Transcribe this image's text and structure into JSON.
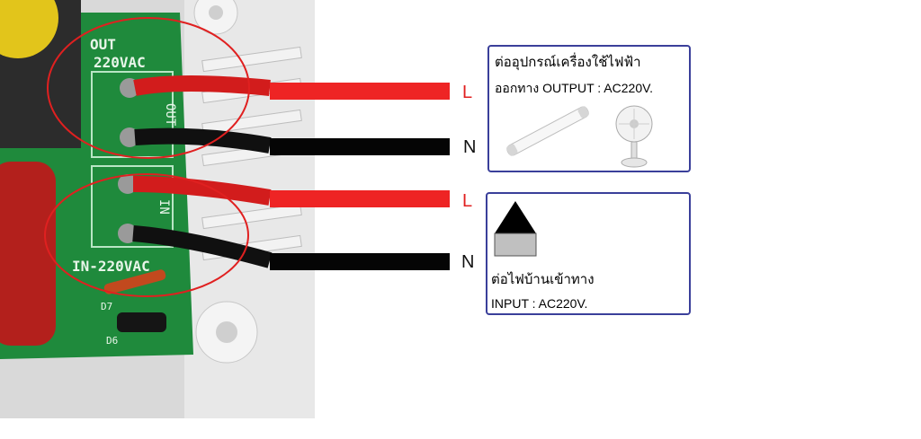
{
  "photo": {
    "out_label_line1": "OUT",
    "out_label_line2": "220VAC",
    "out_terminal_text": "OUT",
    "in_terminal_text": "IN",
    "in_label": "IN-220VAC",
    "diode_label_1": "D7",
    "diode_label_2": "D6"
  },
  "wires": {
    "out_live_label": "L",
    "out_neutral_label": "N",
    "in_live_label": "L",
    "in_neutral_label": "N"
  },
  "output_box": {
    "title": "ต่ออุปกรณ์เครื่องใช้ไฟฟ้า",
    "subtitle": "ออกทาง OUTPUT : AC220V.",
    "icons": [
      "fluorescent-lamp-icon",
      "desk-fan-icon"
    ]
  },
  "input_box": {
    "title": "ต่อไฟบ้านเข้าทาง",
    "subtitle": "INPUT : AC220V.",
    "icons": [
      "house-icon"
    ]
  },
  "colors": {
    "live_wire": "#ee2424",
    "neutral_wire": "#050505",
    "pcb_green": "#1f8a3c",
    "box_border": "#3a3f9a",
    "highlight_circle": "#e02020"
  }
}
